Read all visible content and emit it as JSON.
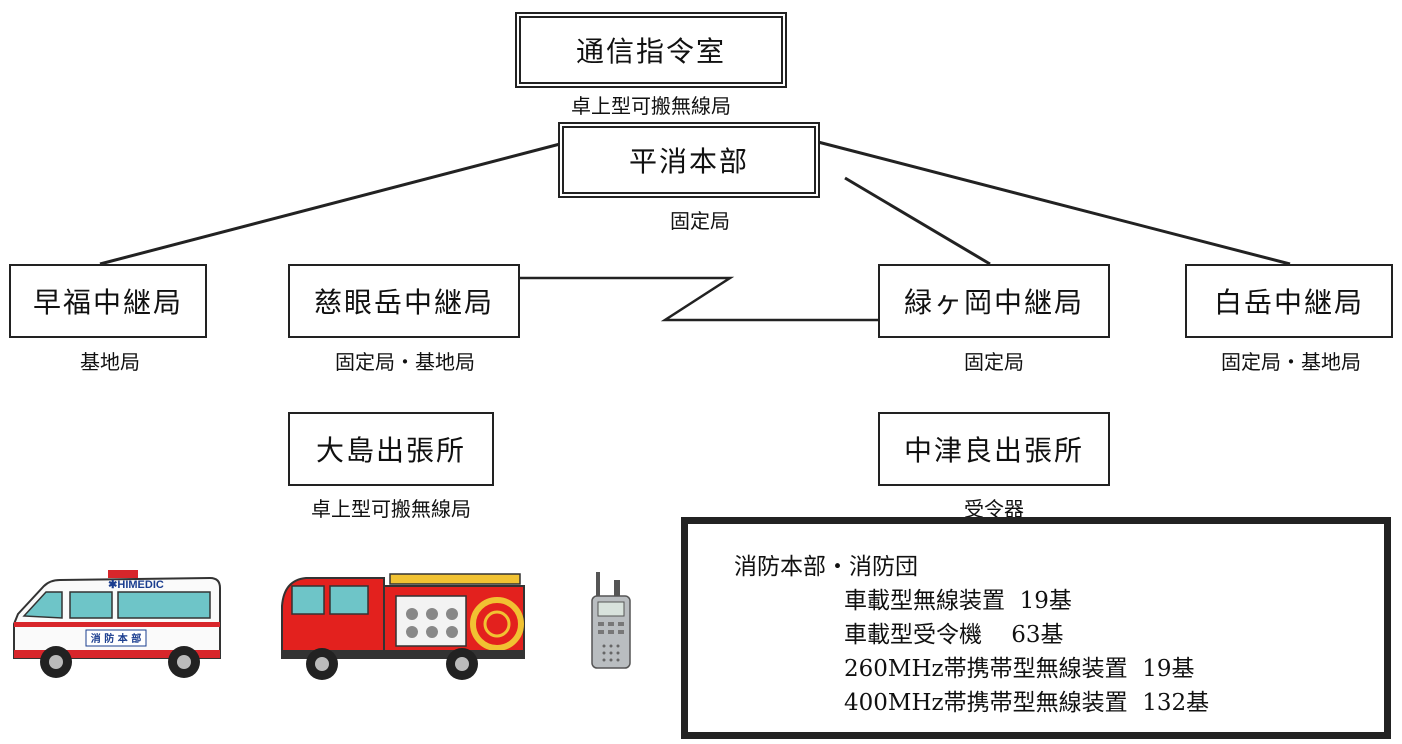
{
  "command_room": {
    "label": "通信指令室",
    "caption": "卓上型可搬無線局"
  },
  "headquarters": {
    "label": "平消本部",
    "caption": "固定局"
  },
  "relay_stations": [
    {
      "label": "早福中継局",
      "caption": "基地局"
    },
    {
      "label": "慈眼岳中継局",
      "caption": "固定局・基地局"
    },
    {
      "label": "緑ヶ岡中継局",
      "caption": "固定局"
    },
    {
      "label": "白岳中継局",
      "caption": "固定局・基地局"
    }
  ],
  "branch_offices": [
    {
      "label": "大島出張所",
      "caption": "卓上型可搬無線局"
    },
    {
      "label": "中津良出張所",
      "caption": "受令器"
    }
  ],
  "equipment": {
    "heading": "消防本部・消防団",
    "items": [
      {
        "name": "車載型無線装置",
        "count": "19基"
      },
      {
        "name": "車載型受令機",
        "count": "63基"
      },
      {
        "name": "260MHz帯携帯型無線装置",
        "count": "19基"
      },
      {
        "name": "400MHz帯携帯型無線装置",
        "count": "132基"
      }
    ]
  },
  "vehicles": {
    "ambulance_brand": "✱HIMEDIC",
    "ambulance_dept": "消 防 本 部"
  }
}
